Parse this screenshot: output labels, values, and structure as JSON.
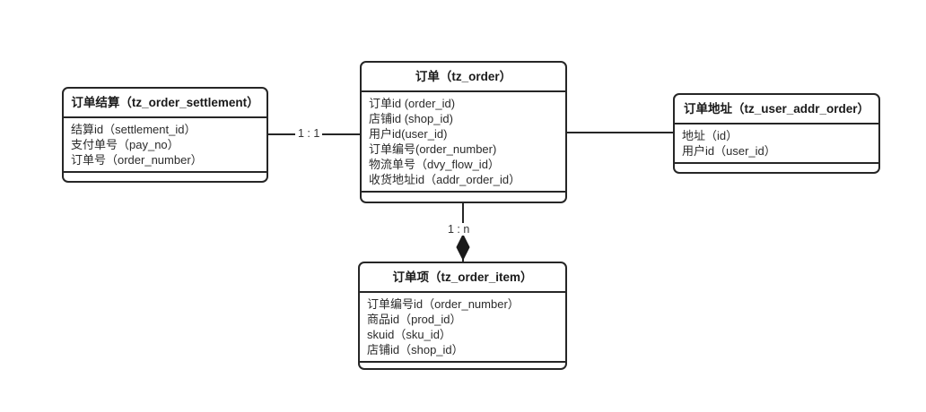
{
  "diagram": {
    "type": "er-diagram",
    "background_color": "#ffffff",
    "line_color": "#262626",
    "text_color": "#262626",
    "entities": [
      {
        "id": "order-settlement",
        "name_cn": "订单结算",
        "table": "tz_order_settlement",
        "title": "订单结算（tz_order_settlement）",
        "attributes": [
          "结算id（settlement_id）",
          "支付单号（pay_no）",
          "订单号（order_number）"
        ]
      },
      {
        "id": "order",
        "name_cn": "订单",
        "table": "tz_order",
        "title": "订单（tz_order）",
        "attributes": [
          "订单id (order_id)",
          "店铺id (shop_id)",
          "用户id(user_id)",
          "订单编号(order_number)",
          "物流单号（dvy_flow_id）",
          "收货地址id（addr_order_id）"
        ]
      },
      {
        "id": "user-addr-order",
        "name_cn": "订单地址",
        "table": "tz_user_addr_order",
        "title": "订单地址（tz_user_addr_order）",
        "attributes": [
          "地址（id）",
          "用户id（user_id）"
        ]
      },
      {
        "id": "order-item",
        "name_cn": "订单项",
        "table": "tz_order_item",
        "title": "订单项（tz_order_item）",
        "attributes": [
          "订单编号id（order_number）",
          "商品id（prod_id）",
          "skuid（sku_id）",
          "店铺id（shop_id）"
        ]
      }
    ],
    "relationships": [
      {
        "id": "settlement-to-order",
        "from": "order-settlement",
        "to": "order",
        "label": "1 : 1",
        "marker": "none"
      },
      {
        "id": "order-to-addr",
        "from": "order",
        "to": "user-addr-order",
        "label": "",
        "marker": "none"
      },
      {
        "id": "order-to-order-item",
        "from": "order",
        "to": "order-item",
        "label": "1 : n",
        "marker": "filled-diamond"
      }
    ]
  }
}
